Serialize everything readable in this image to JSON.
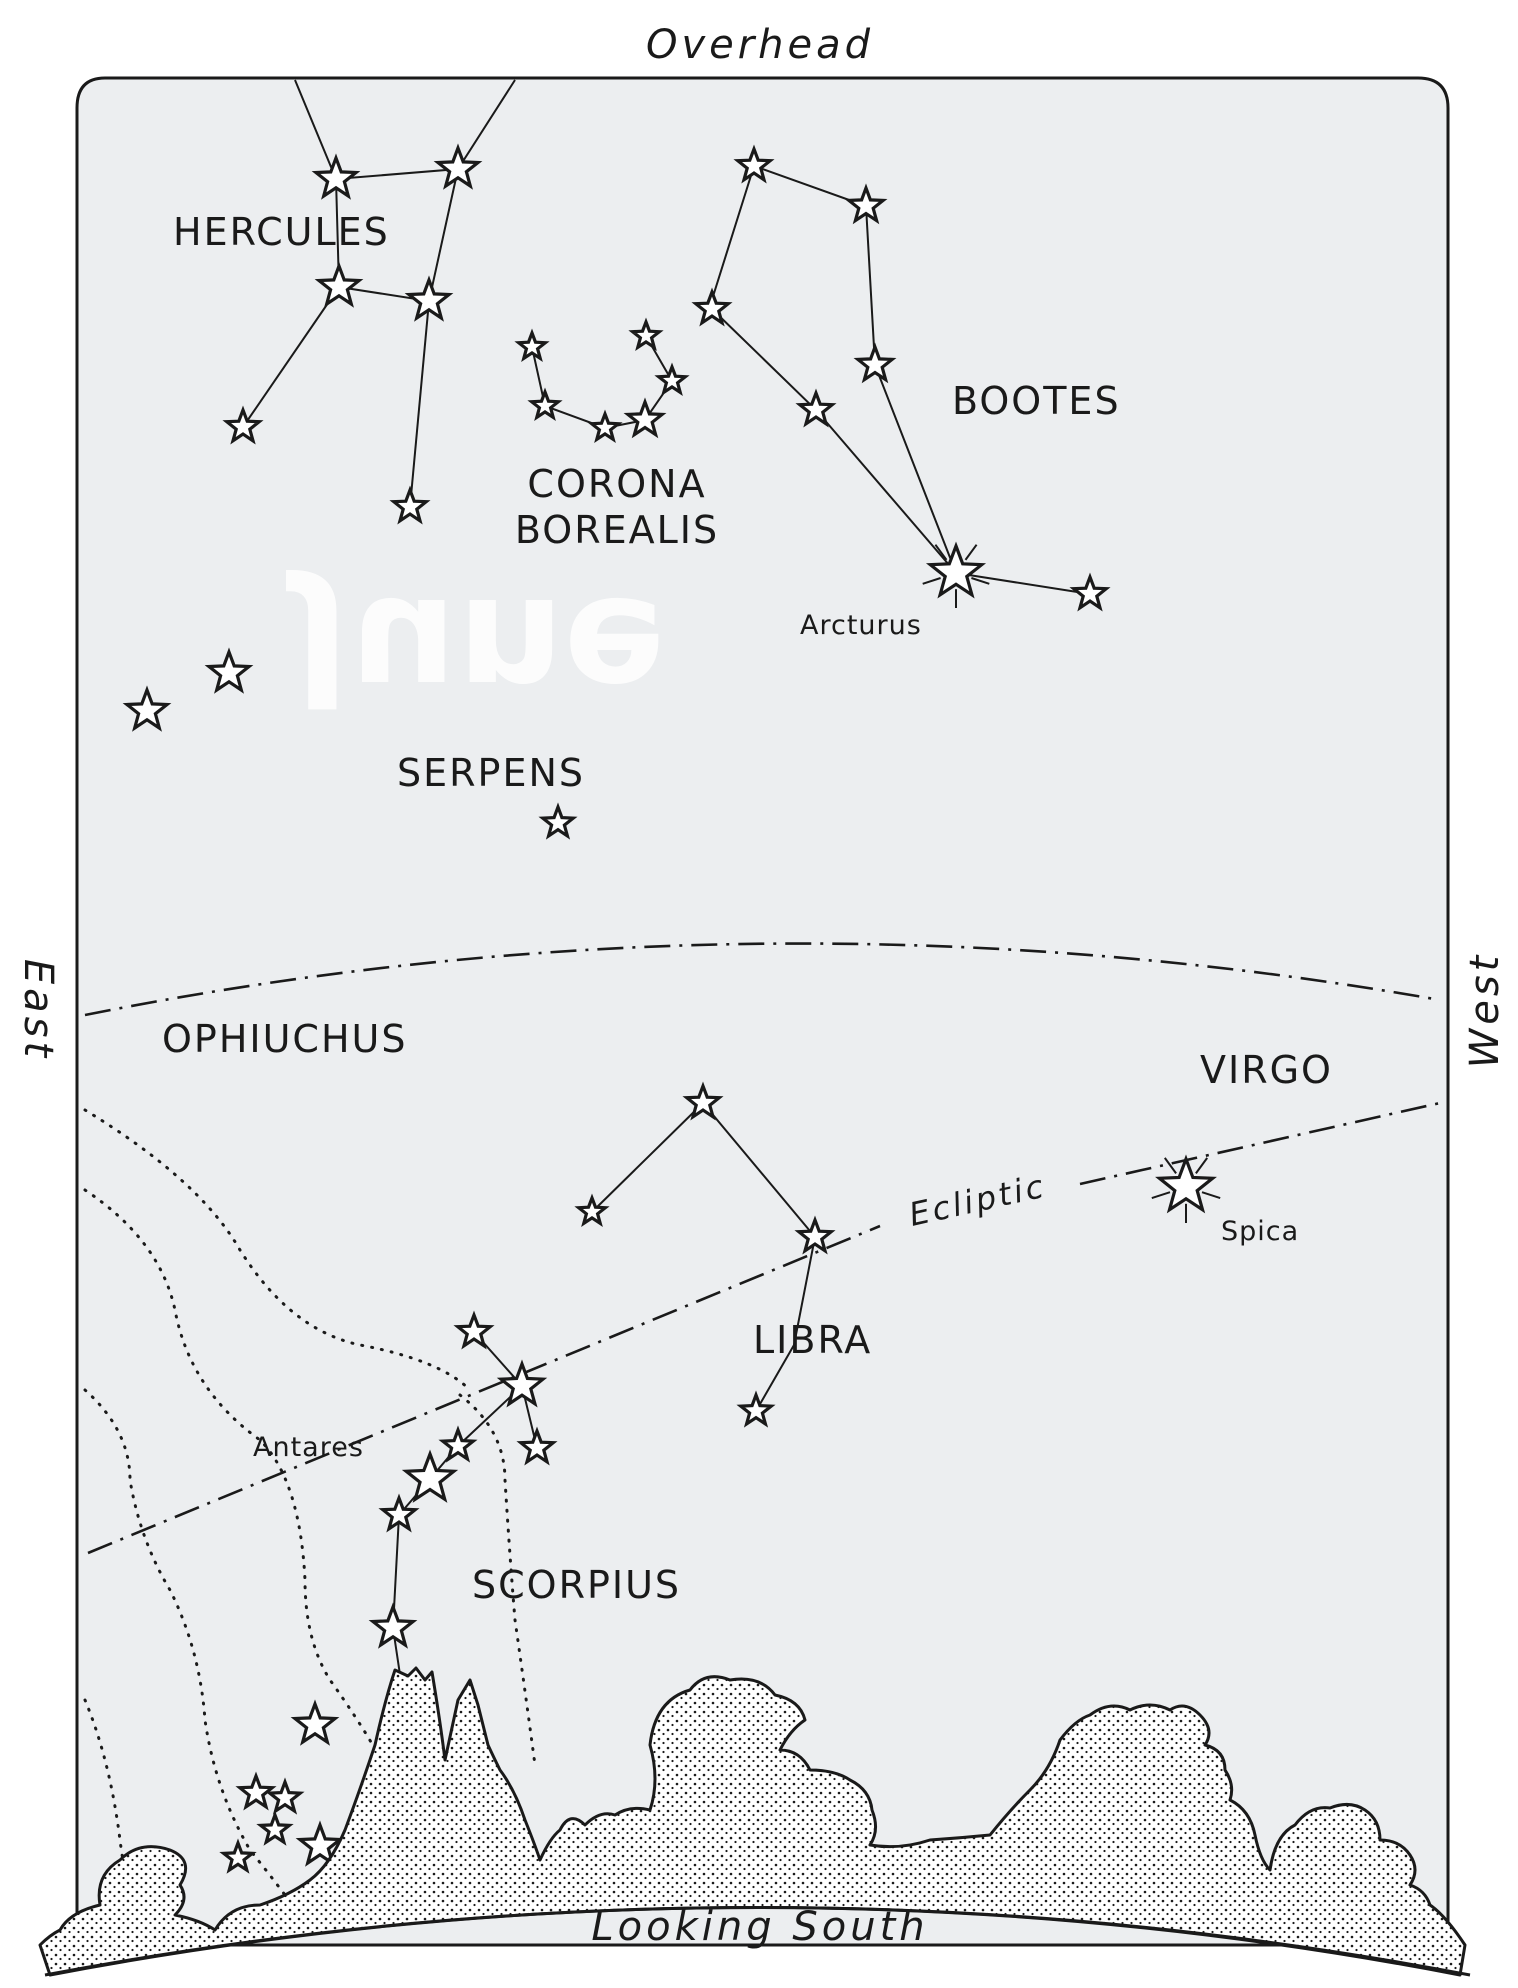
{
  "directions": {
    "top": "Overhead",
    "bottom": "Looking South",
    "left": "East",
    "right": "West"
  },
  "constellations": {
    "hercules": "HERCULES",
    "corona_line1": "CORONA",
    "corona_line2": "BOREALIS",
    "bootes": "BOOTES",
    "serpens": "SERPENS",
    "ophiuchus": "OPHIUCHUS",
    "virgo": "VIRGO",
    "libra": "LIBRA",
    "scorpius": "SCORPIUS"
  },
  "stars": {
    "arcturus": "Arcturus",
    "spica": "Spica",
    "antares": "Antares"
  },
  "ecliptic_label": "Ecliptic",
  "colors": {
    "ink": "#1a1a1a",
    "sky": "#eceef0",
    "paper": "#ffffff"
  }
}
